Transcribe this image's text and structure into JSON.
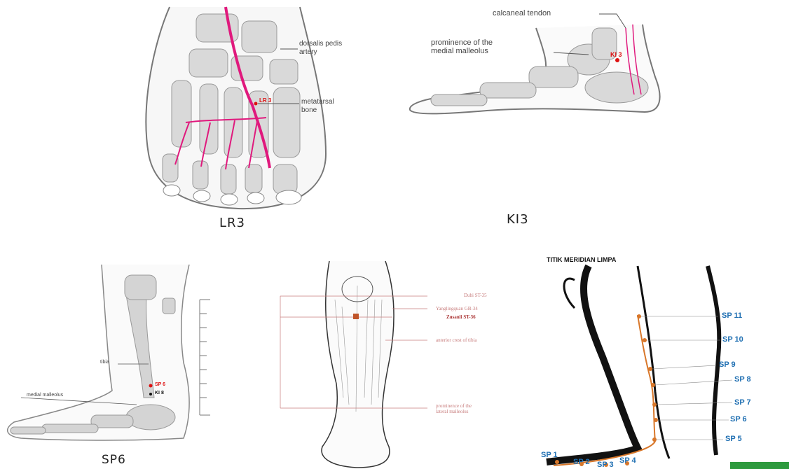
{
  "lr3": {
    "caption": "LR3",
    "labels": {
      "artery": "dorsalis pedis\nartery",
      "bone": "metatarsal\nbone",
      "point": "LR 3"
    }
  },
  "ki3": {
    "caption": "KI3",
    "labels": {
      "tendon": "calcaneal tendon",
      "malleolus": "prominence of the\nmedial malleolus",
      "point": "KI 3"
    }
  },
  "sp6": {
    "caption": "SP6",
    "labels": {
      "tibia": "tibia",
      "medial_malleolus": "medial malleolus",
      "point": "SP 6",
      "ki8": "KI 8"
    }
  },
  "st36": {
    "labels": {
      "dubi": "Dubi ST-35",
      "yanglingquan": "Yanglingquan GB-34",
      "zusanli": "Zusanli ST-36",
      "anterior_crest": "anterior crest of tibia",
      "prominence": "prominence of the\nlateral malleolus"
    }
  },
  "spleen": {
    "title": "TITIK MERIDIAN LIMPA",
    "points": [
      "SP 11",
      "SP 10",
      "SP 9",
      "SP 8",
      "SP 7",
      "SP 6",
      "SP 5",
      "SP 1",
      "SP 2",
      "SP 3",
      "SP 4"
    ],
    "colors": {
      "accent": "#1f6fb2",
      "meridian": "#d8772a"
    }
  },
  "colors": {
    "magenta": "#e0197d",
    "bone_fill": "#d9d9d9",
    "red_point": "#d11111"
  }
}
